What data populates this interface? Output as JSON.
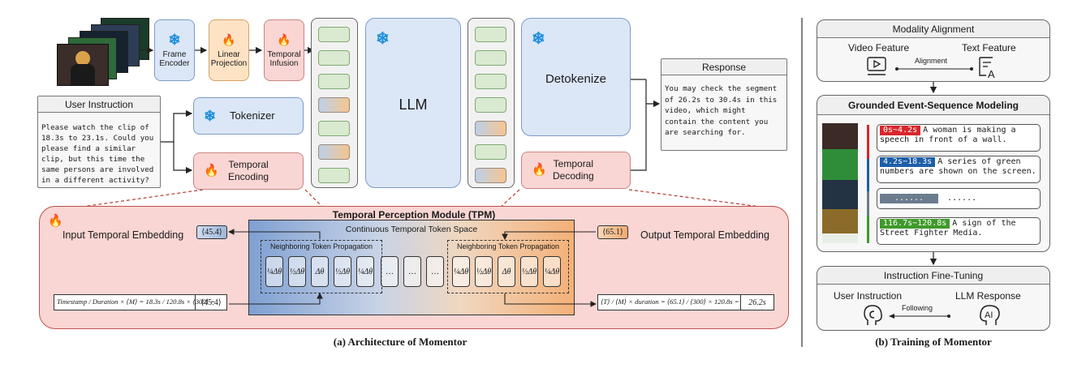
{
  "arch": {
    "frame_encoder": "Frame\nEncoder",
    "linear_projection": "Linear\nProjection",
    "temporal_infusion": "Temporal\nInfusion",
    "user_instruction_title": "User Instruction",
    "user_instruction_text": "Please watch the clip of\n18.3s to 23.1s. Could you\nplease find a similar\nclip, but this time the\nsame persons are involved\nin a different activity?",
    "tokenizer": "Tokenizer",
    "temporal_encoding": "Temporal\nEncoding",
    "llm": "LLM",
    "detokenize": "Detokenize",
    "temporal_decoding": "Temporal\nDecoding",
    "response_title": "Response",
    "response_text": "You may check the segment\nof 26.2s to 30.4s in this\nvideo, which might\ncontain the content you\nare searching for.",
    "tpm_title": "Temporal Perception Module (TPM)",
    "continuous_space": "Continuous Temporal Token Space",
    "input_embedding_label": "Input Temporal Embedding",
    "output_embedding_label": "Output Temporal Embedding",
    "neighboring_left": "Neighboring Token Propagation",
    "neighboring_right": "Neighboring Token Propagation",
    "token_in": "⟨45.4⟩",
    "token_out": "⟨65.1⟩",
    "token_in_result": "⟨45.4⟩",
    "token_out_result": "26.2s",
    "formula_left": "Timestamp / Duration × ⟨M⟩ = 18.3s / 120.8s × ⟨300⟩ =",
    "formula_right": "⟨T⟩ / ⟨M⟩ × duration = ⟨65.1⟩ / ⟨300⟩ × 120.8s =",
    "cells_left": [
      "¼Δθ",
      "½Δθ",
      "Δθ",
      "½Δθ",
      "¼Δθ"
    ],
    "cells_right": [
      "¼Δθ",
      "½Δθ",
      "Δθ",
      "½Δθ",
      "¼Δθ"
    ],
    "ellipsis": "…",
    "caption": "(a) Architecture of Momentor"
  },
  "train": {
    "modality_alignment": "Modality Alignment",
    "video_feature": "Video Feature",
    "text_feature": "Text Feature",
    "alignment": "Alignment",
    "gesm_title": "Grounded Event-Sequence Modeling",
    "events": [
      {
        "time": "0s~4.2s",
        "text": "A woman is making a speech in front of a wall.",
        "color": "#d9262b"
      },
      {
        "time": "4.2s~18.3s",
        "text": "A series of green numbers are shown on the screen.",
        "color": "#1d5fa8"
      },
      {
        "time": "......",
        "text": "......",
        "color": "#6b7c8e"
      },
      {
        "time": "116.7s~120.8s",
        "text": "A sign of the Street Fighter Media.",
        "color": "#3f9a2b"
      }
    ],
    "instruction_ft": "Instruction Fine-Tuning",
    "user_instruction": "User Instruction",
    "llm_response": "LLM Response",
    "following": "Following",
    "caption": "(b) Training of Momentor"
  },
  "icons": {
    "snowflake": "❄",
    "fire": "🔥",
    "video": "video-play-icon",
    "text": "text-document-icon",
    "head_user": "user-head-icon",
    "head_ai": "ai-head-icon"
  }
}
